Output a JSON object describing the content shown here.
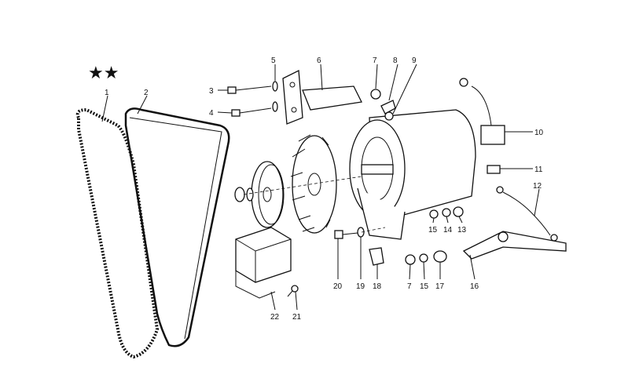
{
  "diagram": {
    "title_marker": "★★",
    "callouts": [
      {
        "id": "c1",
        "label": "1"
      },
      {
        "id": "c2",
        "label": "2"
      },
      {
        "id": "c3",
        "label": "3"
      },
      {
        "id": "c4",
        "label": "4"
      },
      {
        "id": "c5",
        "label": "5"
      },
      {
        "id": "c6",
        "label": "6"
      },
      {
        "id": "c7a",
        "label": "7"
      },
      {
        "id": "c8",
        "label": "8"
      },
      {
        "id": "c9",
        "label": "9"
      },
      {
        "id": "c10",
        "label": "10"
      },
      {
        "id": "c11",
        "label": "11"
      },
      {
        "id": "c12",
        "label": "12"
      },
      {
        "id": "c13",
        "label": "13"
      },
      {
        "id": "c14",
        "label": "14"
      },
      {
        "id": "c15a",
        "label": "15"
      },
      {
        "id": "c16",
        "label": "16"
      },
      {
        "id": "c17",
        "label": "17"
      },
      {
        "id": "c15b",
        "label": "15"
      },
      {
        "id": "c7b",
        "label": "7"
      },
      {
        "id": "c18",
        "label": "18"
      },
      {
        "id": "c19",
        "label": "19"
      },
      {
        "id": "c20",
        "label": "20"
      },
      {
        "id": "c21",
        "label": "21"
      },
      {
        "id": "c22",
        "label": "22"
      }
    ]
  }
}
